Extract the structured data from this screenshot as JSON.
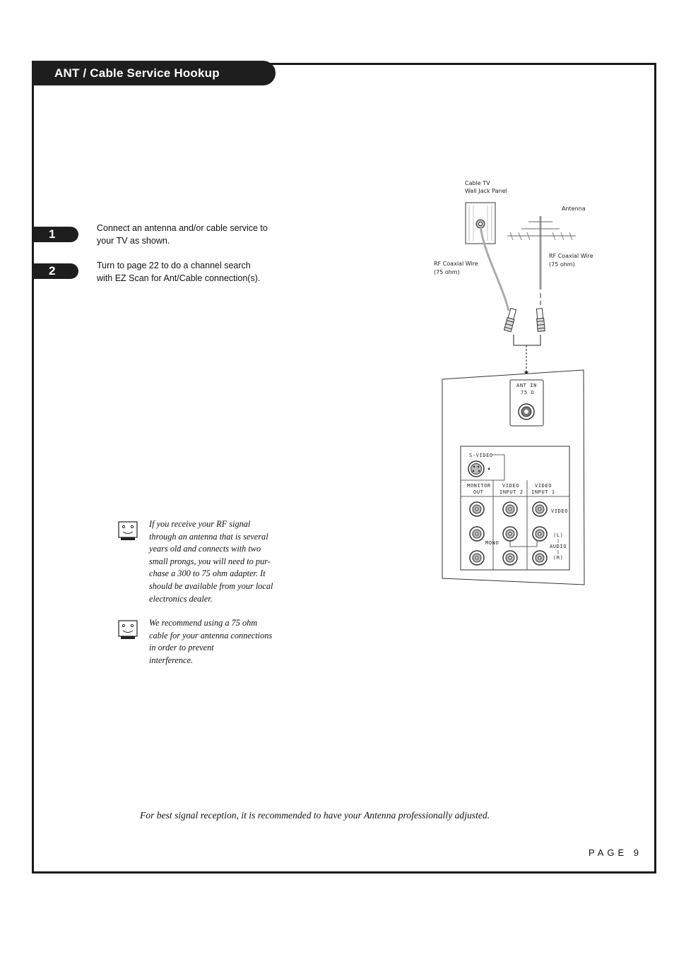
{
  "header": {
    "title": "ANT / Cable Service Hookup"
  },
  "steps": [
    {
      "number": "1",
      "line1": "Connect an antenna and/or cable service to",
      "line2": "your TV as shown."
    },
    {
      "number": "2",
      "line1": "Turn to page 22 to do a channel search",
      "line2": "with EZ Scan for Ant/Cable connection(s)."
    }
  ],
  "notes": [
    {
      "icon": "note-face-icon",
      "lines": [
        "If you receive your RF signal",
        "through an antenna that is several",
        "years old and connects with two",
        "small prongs, you will need to pur-",
        "chase a 300 to 75 ohm adapter. It",
        "should be available from your local",
        "electronics dealer."
      ]
    },
    {
      "icon": "note-face-icon",
      "lines": [
        "We recommend using a 75 ohm",
        "cable for your antenna connections",
        "in order to prevent",
        "interference."
      ]
    }
  ],
  "diagram": {
    "wall_jack_label": [
      "Cable TV",
      "Wall Jack Panel"
    ],
    "antenna_label": "Antenna",
    "rf_wire_left": [
      "RF Coaxial Wire",
      "(75 ohm)"
    ],
    "rf_wire_right": [
      "RF Coaxial Wire",
      "(75 ohm)"
    ],
    "ant_in": "ANT IN",
    "ohm": "75 Ω",
    "svideo": "S-VIDEO",
    "monitor_out": [
      "MONITOR",
      "OUT"
    ],
    "video_input2": [
      "VIDEO",
      "INPUT 2"
    ],
    "video_input1": [
      "VIDEO",
      "INPUT 1"
    ],
    "video": "VIDEO",
    "mono": "MONO",
    "audio_l": "(L)",
    "audio": "AUDIO",
    "audio_r": "(R)"
  },
  "footer": {
    "tip": "For best signal reception, it is recommended to have your Antenna professionally adjusted.",
    "page": "PAGE 9"
  }
}
